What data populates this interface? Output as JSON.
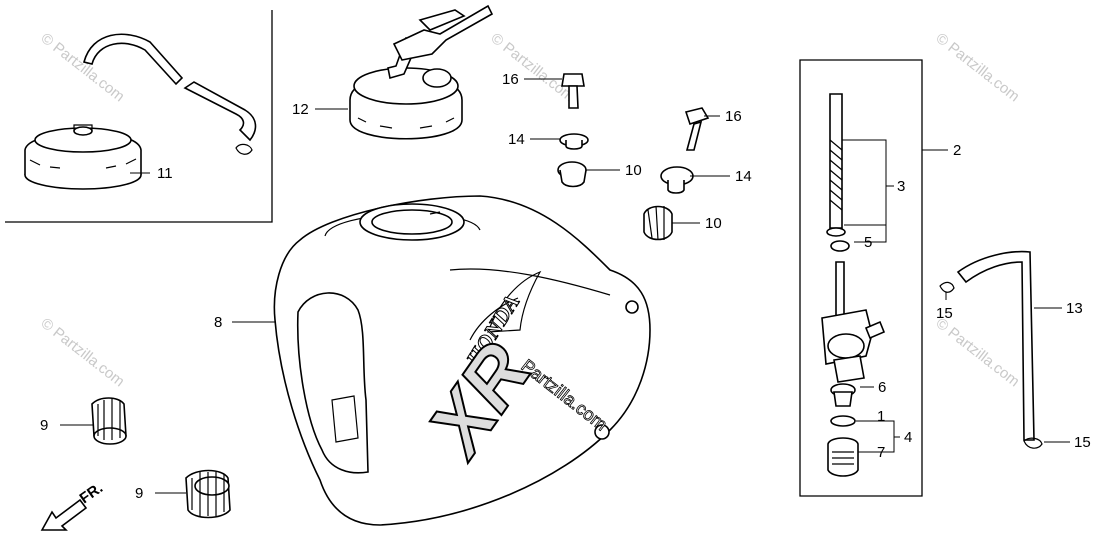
{
  "watermark": {
    "text": "© Partzilla.com",
    "overlay_text": "Partzilla.com"
  },
  "tank_graphics": {
    "brand": "HONDA",
    "model": "XR"
  },
  "direction_indicator": "FR.",
  "callouts": [
    {
      "id": "c1",
      "label": "1"
    },
    {
      "id": "c2",
      "label": "2"
    },
    {
      "id": "c3",
      "label": "3"
    },
    {
      "id": "c4",
      "label": "4"
    },
    {
      "id": "c5",
      "label": "5"
    },
    {
      "id": "c6",
      "label": "6"
    },
    {
      "id": "c7",
      "label": "7"
    },
    {
      "id": "c8",
      "label": "8"
    },
    {
      "id": "c9a",
      "label": "9"
    },
    {
      "id": "c9b",
      "label": "9"
    },
    {
      "id": "c10a",
      "label": "10"
    },
    {
      "id": "c10b",
      "label": "10"
    },
    {
      "id": "c11",
      "label": "11"
    },
    {
      "id": "c12",
      "label": "12"
    },
    {
      "id": "c13",
      "label": "13"
    },
    {
      "id": "c14a",
      "label": "14"
    },
    {
      "id": "c14b",
      "label": "14"
    },
    {
      "id": "c15a",
      "label": "15"
    },
    {
      "id": "c15b",
      "label": "15"
    },
    {
      "id": "c16a",
      "label": "16"
    },
    {
      "id": "c16b",
      "label": "16"
    }
  ]
}
